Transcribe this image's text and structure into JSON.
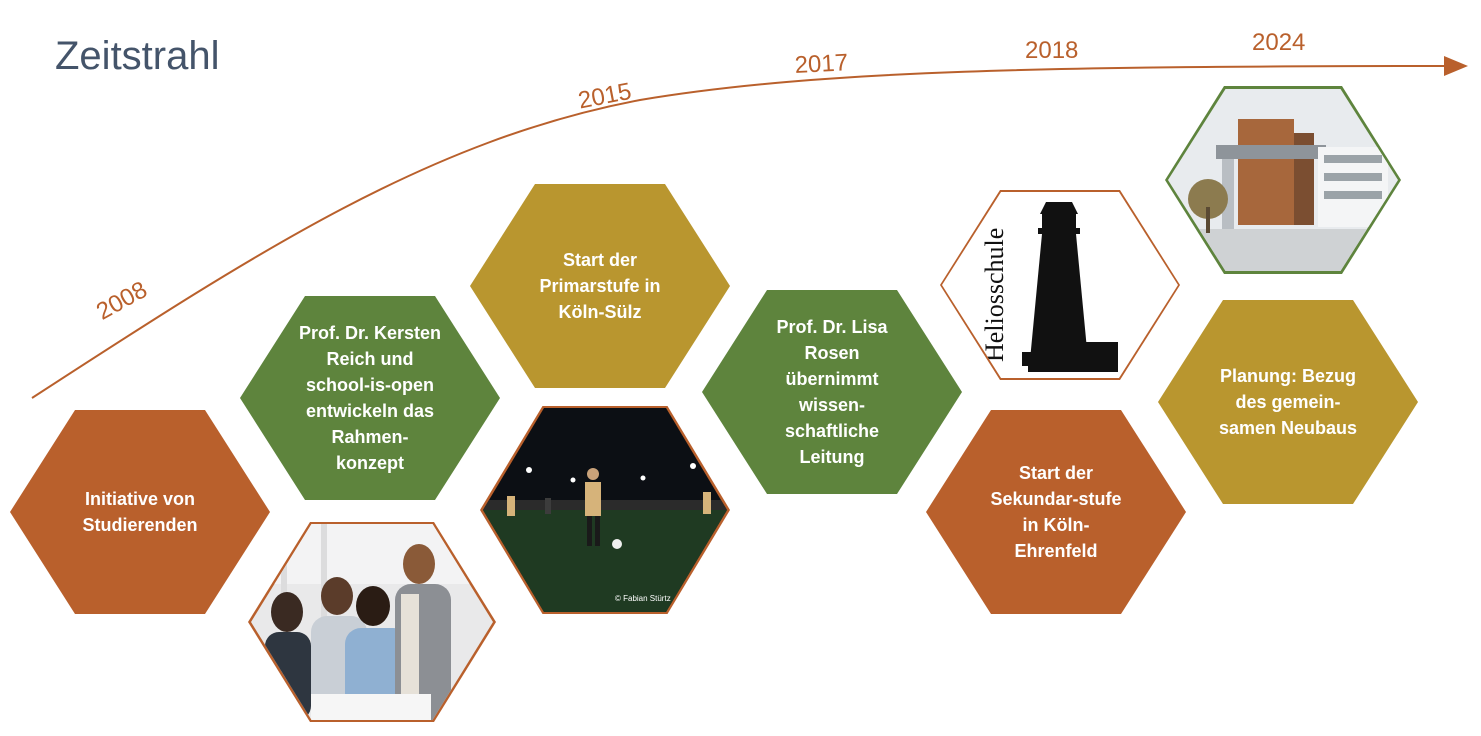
{
  "title": "Zeitstrahl",
  "years": [
    "2008",
    "2015",
    "2017",
    "2018",
    "2024"
  ],
  "milestones": [
    "Initiative von Studierenden",
    "Prof. Dr. Kersten Reich und school-is-open entwickeln das Rahmen-konzept",
    "Start der Primarstufe in Köln-Sülz",
    "Prof. Dr. Lisa Rosen übernimmt wissen-schaftliche Leitung",
    "Start der Sekundar-stufe in Köln-Ehrenfeld",
    "Planung: Bezug des gemein-samen Neubaus"
  ],
  "images": {
    "students": "students-photo",
    "football": "football-photo",
    "football_credit": "© Fabian Stürtz",
    "logo_text": "Heliosschule",
    "building": "building-photo"
  },
  "colors": {
    "orange": "#b9602c",
    "green": "#5e843d",
    "gold": "#b9962f",
    "title": "#44546a"
  }
}
